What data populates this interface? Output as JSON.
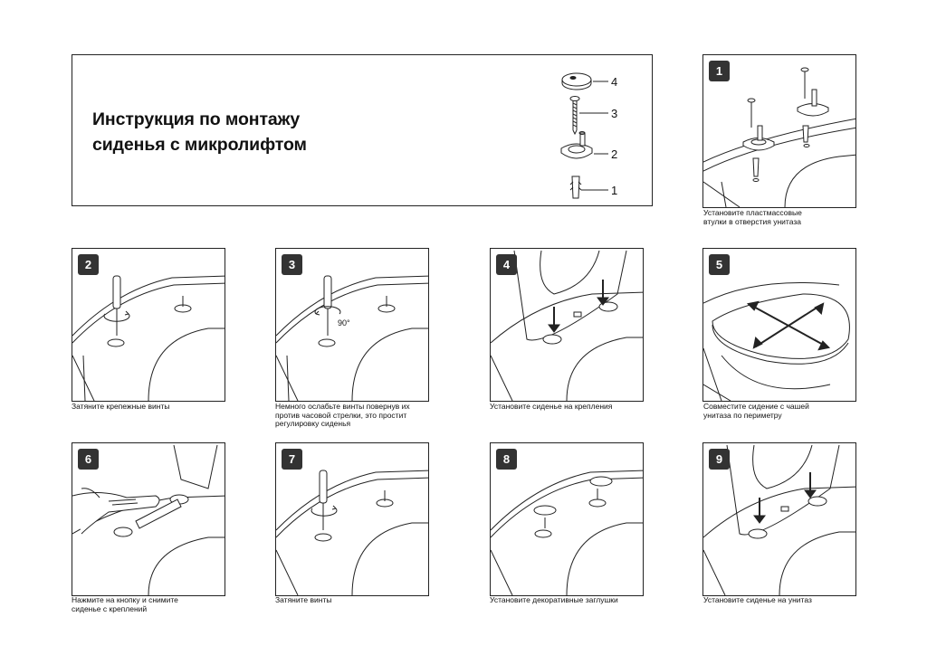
{
  "title_line1": "Инструкция по монтажу",
  "title_line2": "сиденья с микролифтом",
  "parts": [
    "4",
    "3",
    "2",
    "1"
  ],
  "steps": [
    {
      "number": "1",
      "caption": "Установите пластмассовые\nвтулки в отверстия унитаза"
    },
    {
      "number": "2",
      "caption": "Затяните крепежные винты"
    },
    {
      "number": "3",
      "caption": "Немного ослабьте винты повернув их\nпротив часовой стрелки, это простит\nрегулировку сиденья",
      "angle_label": "90°"
    },
    {
      "number": "4",
      "caption": "Установите сиденье на крепления"
    },
    {
      "number": "5",
      "caption": "Совместите сидение с чашей\nунитаза по периметру"
    },
    {
      "number": "6",
      "caption": "Нажмите на кнопку и снимите\nсиденье с креплений"
    },
    {
      "number": "7",
      "caption": "Затяните винты"
    },
    {
      "number": "8",
      "caption": "Установите декоративные заглушки"
    },
    {
      "number": "9",
      "caption": "Установите сиденье на унитаз"
    }
  ]
}
